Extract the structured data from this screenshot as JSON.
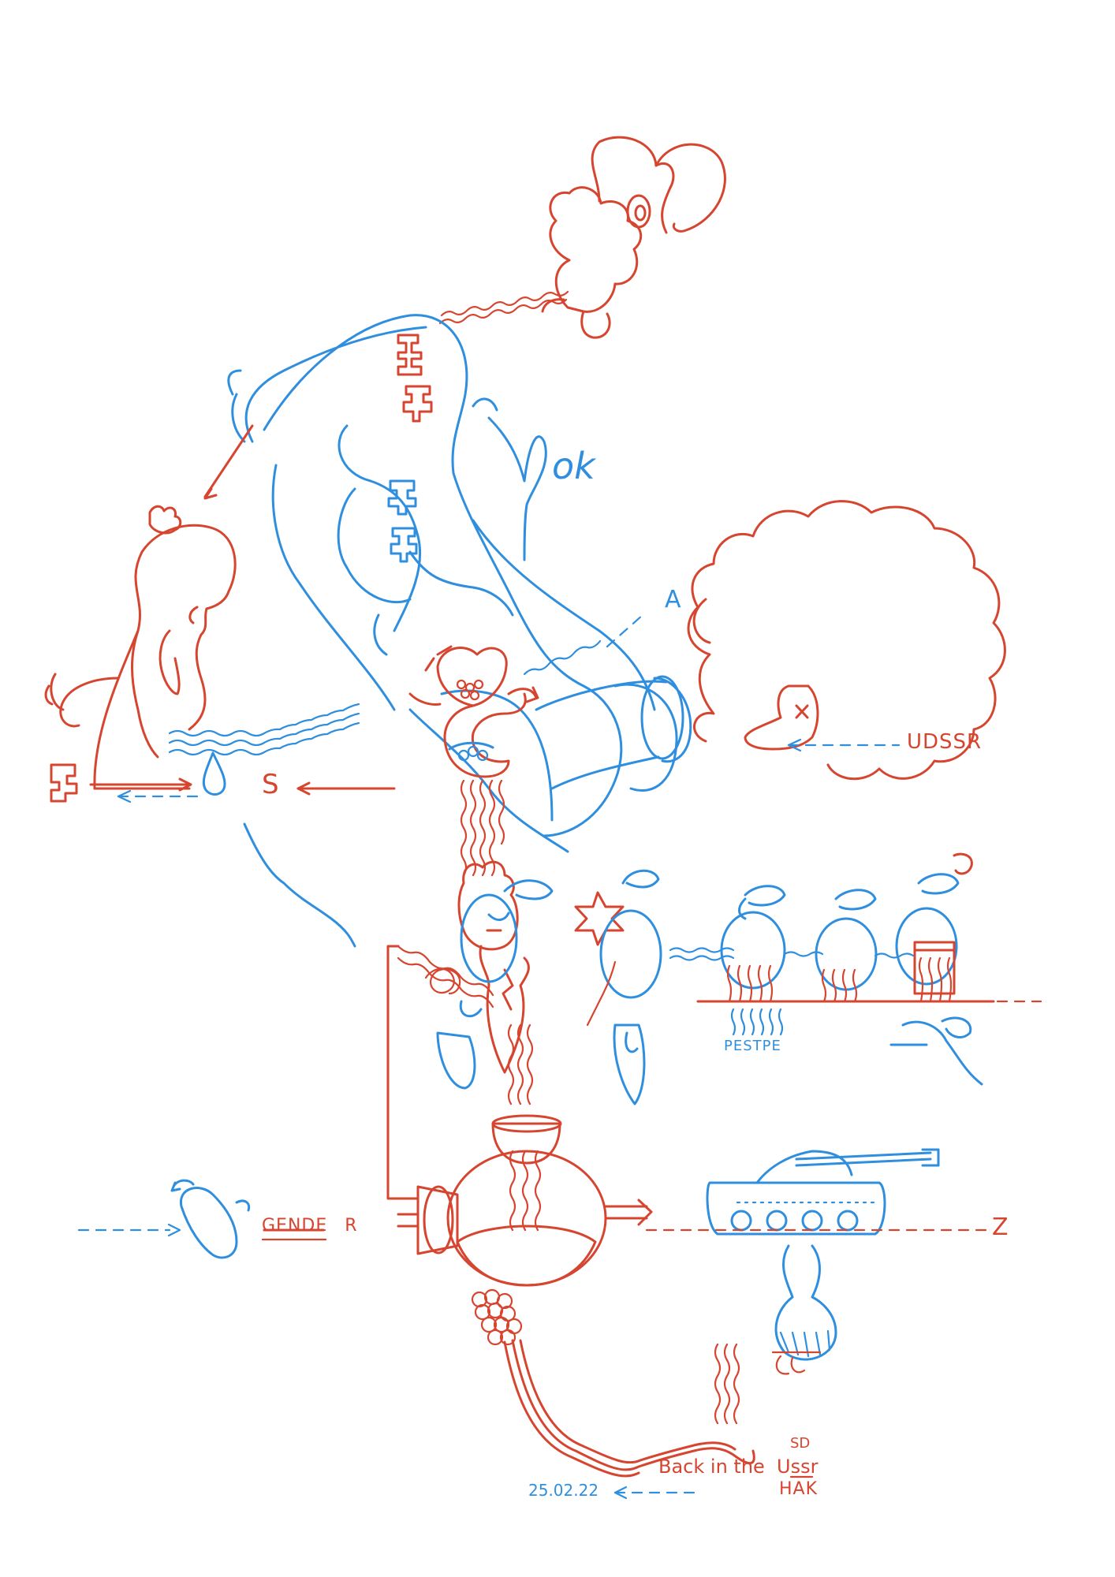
{
  "labels": {
    "ok": "ok",
    "a": "A",
    "udssr": "UDSSR",
    "s": "S",
    "pestpe": "PESTPE",
    "gender_a": "GENDE",
    "gender_b": "R",
    "z": "Z",
    "back_in_the": "Back in the",
    "ussr": "Ussr",
    "sd": "SD",
    "hak": "HAK",
    "date": "25.02.22"
  },
  "colors": {
    "red": "#d6452f",
    "blue": "#2f8fde"
  }
}
